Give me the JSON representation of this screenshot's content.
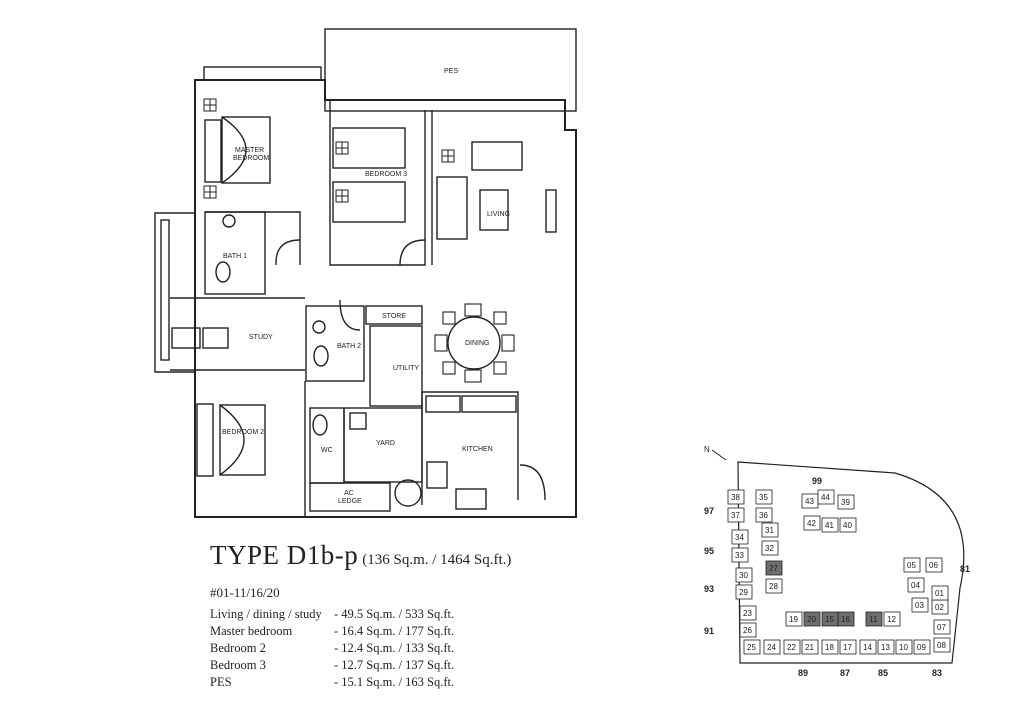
{
  "plan": {
    "rooms": {
      "pes": "PES",
      "master": [
        "MASTER",
        "BEDROOM"
      ],
      "bedroom3": "BEDROOM 3",
      "living": "LIVING",
      "bath1": "BATH 1",
      "study": "STUDY",
      "bath2": "BATH 2",
      "store": "STORE",
      "dining": "DINING",
      "utility": "UTILITY",
      "bedroom2": "BEDROOM 2",
      "wc": "WC",
      "yard": "YARD",
      "kitchen": "KITCHEN",
      "ac_ledge": [
        "AC",
        "LEDGE"
      ]
    }
  },
  "title": {
    "type": "TYPE D1b-p",
    "size": "(136 Sq.m. / 1464 Sq.ft.)",
    "units": "#01-11/16/20"
  },
  "areas": [
    {
      "name": "Living / dining / study",
      "value": "- 49.5 Sq.m. / 533 Sq.ft."
    },
    {
      "name": "Master bedroom",
      "value": "- 16.4 Sq.m. / 177 Sq.ft."
    },
    {
      "name": "Bedroom 2",
      "value": "- 12.4 Sq.m. / 133 Sq.ft."
    },
    {
      "name": "Bedroom 3",
      "value": "- 12.7 Sq.m. / 137 Sq.ft."
    },
    {
      "name": "PES",
      "value": "- 15.1 Sq.m. / 163 Sq.ft."
    }
  ],
  "siteplan": {
    "north": "N",
    "roads": [
      "99",
      "97",
      "95",
      "93",
      "91",
      "89",
      "87",
      "85",
      "83",
      "81"
    ],
    "highlighted": [
      "27",
      "20",
      "16",
      "15",
      "11"
    ],
    "blocks": [
      "38",
      "35",
      "37",
      "36",
      "34",
      "31",
      "33",
      "32",
      "30",
      "29",
      "28",
      "23",
      "26",
      "25",
      "24",
      "22",
      "21",
      "19",
      "18",
      "17",
      "14",
      "13",
      "12",
      "10",
      "09",
      "08",
      "07",
      "05",
      "06",
      "04",
      "03",
      "02",
      "01",
      "43",
      "44",
      "39",
      "42",
      "41",
      "40",
      "27",
      "20",
      "16",
      "15",
      "11"
    ]
  },
  "colors": {
    "line": "#222222",
    "highlight": "#6e6e6e"
  }
}
